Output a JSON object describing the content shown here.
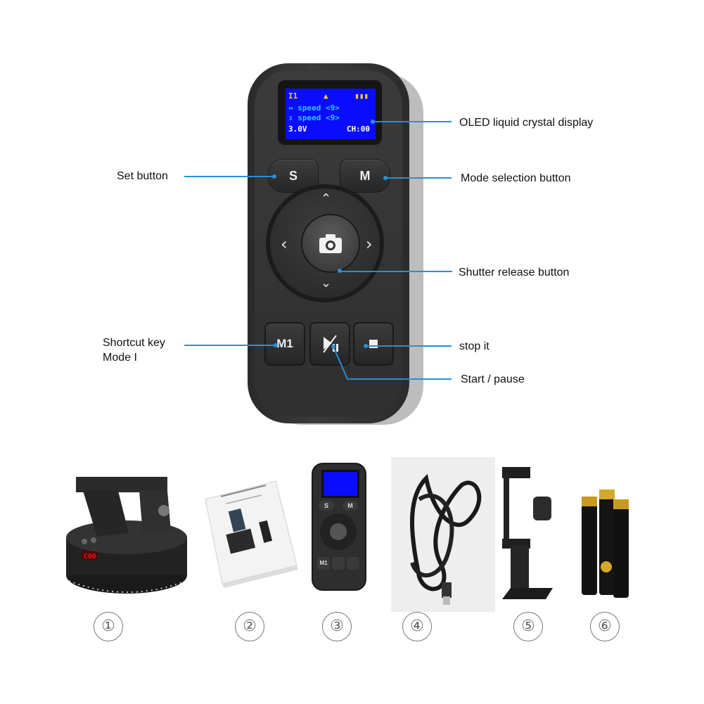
{
  "callouts": {
    "oled": "OLED liquid crystal display",
    "set": "Set button",
    "mode": "Mode selection button",
    "shutter": "Shutter release button",
    "shortcut_line1": "Shortcut key",
    "shortcut_line2": "Mode I",
    "stop": "stop it",
    "start_pause": "Start / pause"
  },
  "screen": {
    "row1_left": "I1",
    "row2": "⇔ speed <9>",
    "row3": "⇕ speed <9>",
    "row4_left": "3.0V",
    "row4_right": "CH:00"
  },
  "buttons": {
    "s": "S",
    "m": "M",
    "m1": "M1"
  },
  "items": {
    "n1": "①",
    "n2": "②",
    "n3": "③",
    "n4": "④",
    "n5": "⑤",
    "n6": "⑥"
  },
  "small_remote": {
    "s": "S",
    "m": "M",
    "m1": "M1"
  },
  "colors": {
    "callout_line": "#2a8ed8",
    "screen": "#0a0cff"
  }
}
